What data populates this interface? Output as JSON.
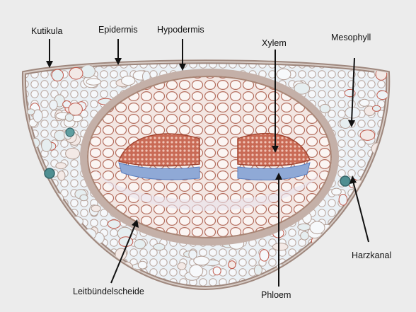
{
  "background_color": "#ececec",
  "labels": {
    "kutikula": "Kutikula",
    "epidermis": "Epidermis",
    "hypodermis": "Hypodermis",
    "xylem": "Xylem",
    "mesophyll": "Mesophyll",
    "harzkanal": "Harzkanal",
    "leitbuendelscheide": "Leitbündelscheide",
    "phloem": "Phloem"
  },
  "colors": {
    "cell_wall": "#b08f80",
    "mesophyll_fill": "#e9eef3",
    "stele_fill": "#f1e4df",
    "xylem_red": "#c5553f",
    "phloem_blue": "#5a7fc0",
    "resin_duct": "#4f8f92",
    "arrow": "#111111"
  }
}
